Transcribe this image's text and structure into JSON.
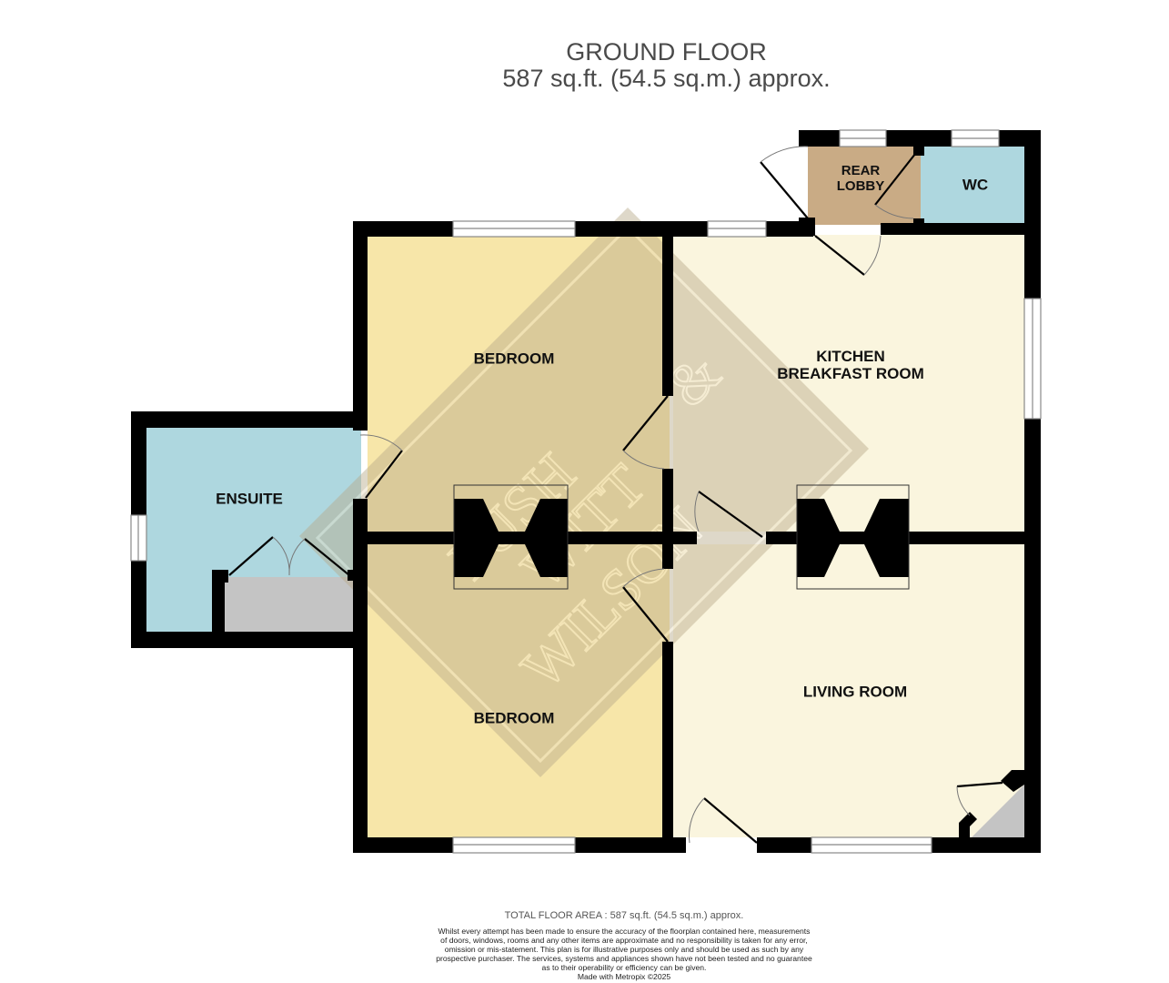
{
  "header": {
    "floor_name": "GROUND FLOOR",
    "floor_area": "587 sq.ft. (54.5 sq.m.) approx."
  },
  "rooms": {
    "rear_lobby": "REAR\nLOBBY",
    "rear_lobby_line1": "REAR",
    "rear_lobby_line2": "LOBBY",
    "wc": "WC",
    "bedroom_1": "BEDROOM",
    "kitchen_line1": "KITCHEN",
    "kitchen_line2": "BREAKFAST ROOM",
    "ensuite": "ENSUITE",
    "bedroom_2": "BEDROOM",
    "living_room": "LIVING ROOM"
  },
  "colors": {
    "wall": "#000000",
    "bedroom_fill": "#f7e6a9",
    "kitchen_fill": "#faf5de",
    "ensuite_fill": "#aed7df",
    "wc_fill": "#aed7df",
    "rear_lobby_fill": "#c9ab85",
    "cupboard_fill": "#c4c4c4",
    "watermark": "#b8a98a"
  },
  "watermark": {
    "text_lines": [
      "PUSH",
      "WITT",
      "&",
      "WILSON"
    ]
  },
  "footer": {
    "total_floor_area": "TOTAL FLOOR AREA : 587 sq.ft. (54.5 sq.m.) approx.",
    "disclaimer_lines": [
      "Whilst every attempt has been made to ensure the accuracy of the floorplan contained here, measurements",
      "of doors, windows, rooms and any other items are approximate and no responsibility is taken for any error,",
      "omission or mis-statement. This plan is for illustrative purposes only and should be used as such by any",
      "prospective purchaser. The services, systems and appliances shown have not been tested and no guarantee",
      "as to their operability or efficiency can be given."
    ],
    "made_with": "Made with Metropix ©2025"
  }
}
